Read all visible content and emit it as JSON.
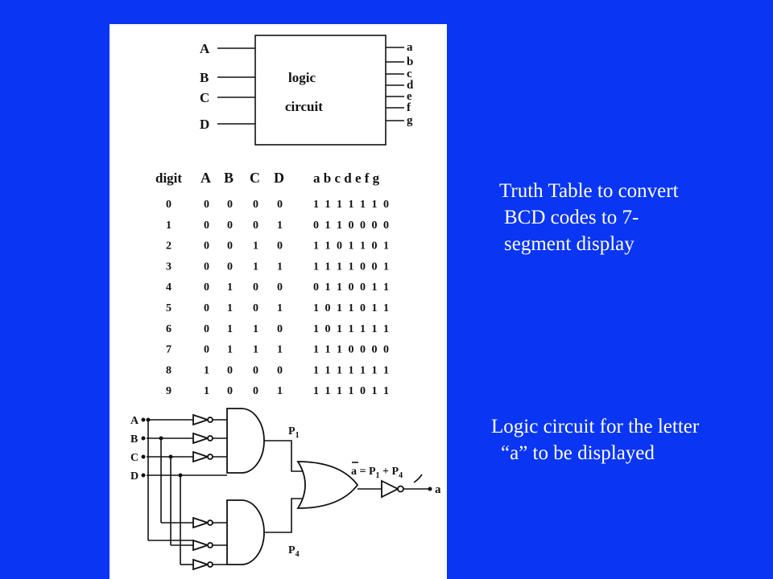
{
  "block": {
    "inputs": [
      "A",
      "B",
      "C",
      "D"
    ],
    "outputs": [
      "a",
      "b",
      "c",
      "d",
      "e",
      "f",
      "g"
    ],
    "line1": "logic",
    "line2": "circuit"
  },
  "table": {
    "digit_header": "digit",
    "input_headers": [
      "A",
      "B",
      "C",
      "D"
    ],
    "output_header": "a b c d e f g",
    "rows": [
      {
        "digit": "0",
        "abcd": [
          "0",
          "0",
          "0",
          "0"
        ],
        "segs": "1 1 1 1 1 1 0"
      },
      {
        "digit": "1",
        "abcd": [
          "0",
          "0",
          "0",
          "1"
        ],
        "segs": "0 1 1 0 0 0 0"
      },
      {
        "digit": "2",
        "abcd": [
          "0",
          "0",
          "1",
          "0"
        ],
        "segs": "1 1 0 1 1 0 1"
      },
      {
        "digit": "3",
        "abcd": [
          "0",
          "0",
          "1",
          "1"
        ],
        "segs": "1 1 1 1 0 0 1"
      },
      {
        "digit": "4",
        "abcd": [
          "0",
          "1",
          "0",
          "0"
        ],
        "segs": "0 1 1 0 0 1 1"
      },
      {
        "digit": "5",
        "abcd": [
          "0",
          "1",
          "0",
          "1"
        ],
        "segs": "1 0 1 1 0 1 1"
      },
      {
        "digit": "6",
        "abcd": [
          "0",
          "1",
          "1",
          "0"
        ],
        "segs": "1 0 1 1 1 1 1"
      },
      {
        "digit": "7",
        "abcd": [
          "0",
          "1",
          "1",
          "1"
        ],
        "segs": "1 1 1 0 0 0 0"
      },
      {
        "digit": "8",
        "abcd": [
          "1",
          "0",
          "0",
          "0"
        ],
        "segs": "1 1 1 1 1 1 1"
      },
      {
        "digit": "9",
        "abcd": [
          "1",
          "0",
          "0",
          "1"
        ],
        "segs": "1 1 1 1 0 1 1"
      }
    ]
  },
  "circuit": {
    "inputs": [
      "A",
      "B",
      "C",
      "D"
    ],
    "p1": "P",
    "p1_sub": "1",
    "p4": "P",
    "p4_sub": "4",
    "eq_lhs": "a = P",
    "eq_sub1": "1",
    "eq_plus": " + P",
    "eq_sub2": "4",
    "output": "a"
  },
  "captions": {
    "truth_table": [
      "Truth Table to convert",
      "BCD codes to 7-",
      "segment display"
    ],
    "logic_circuit": [
      "Logic circuit for the letter",
      "“a” to be displayed"
    ]
  },
  "colors": {
    "background": "#0935f3",
    "scan_paper": "#ffffff",
    "caption_text": "#ffffff"
  }
}
